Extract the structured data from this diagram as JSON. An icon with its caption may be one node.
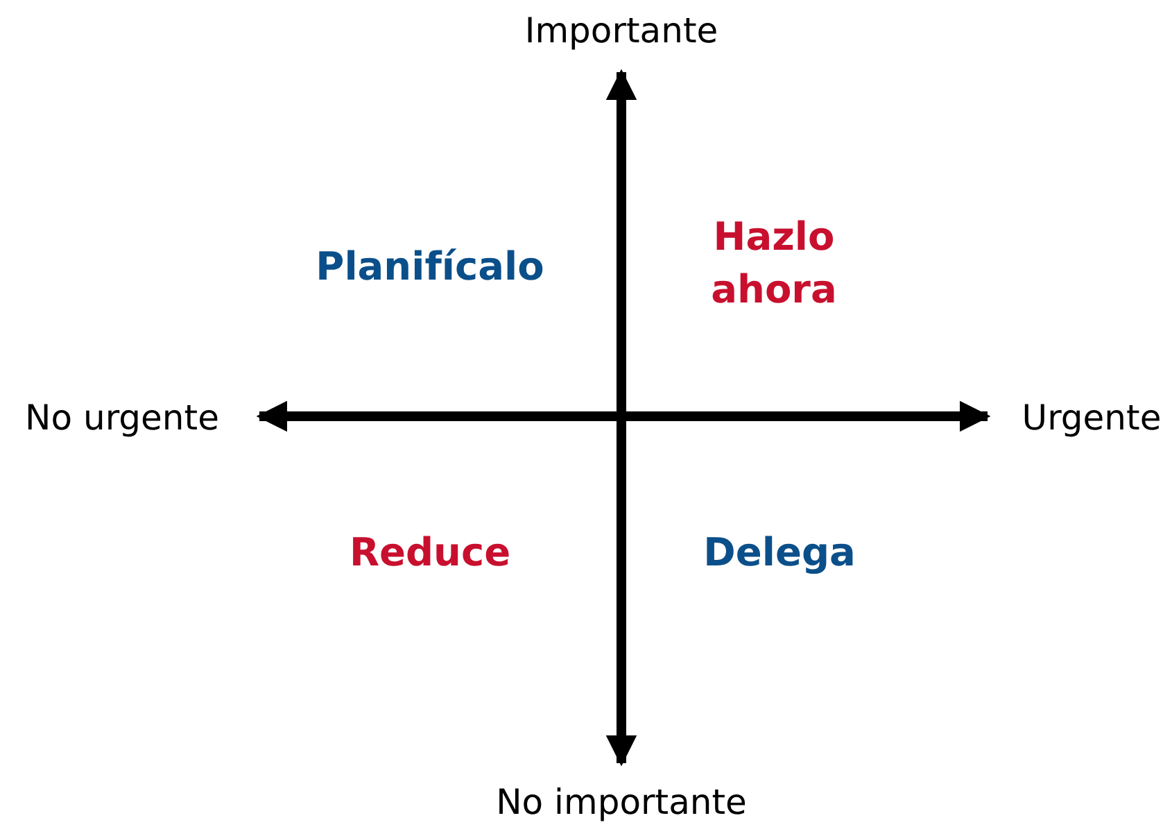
{
  "diagram": {
    "labels": [
      "Importante",
      "Planifícalo",
      "Hazlo ahora",
      "No urgente",
      "Urgente",
      "Reduce",
      "Delega",
      "No importante"
    ]
  }
}
